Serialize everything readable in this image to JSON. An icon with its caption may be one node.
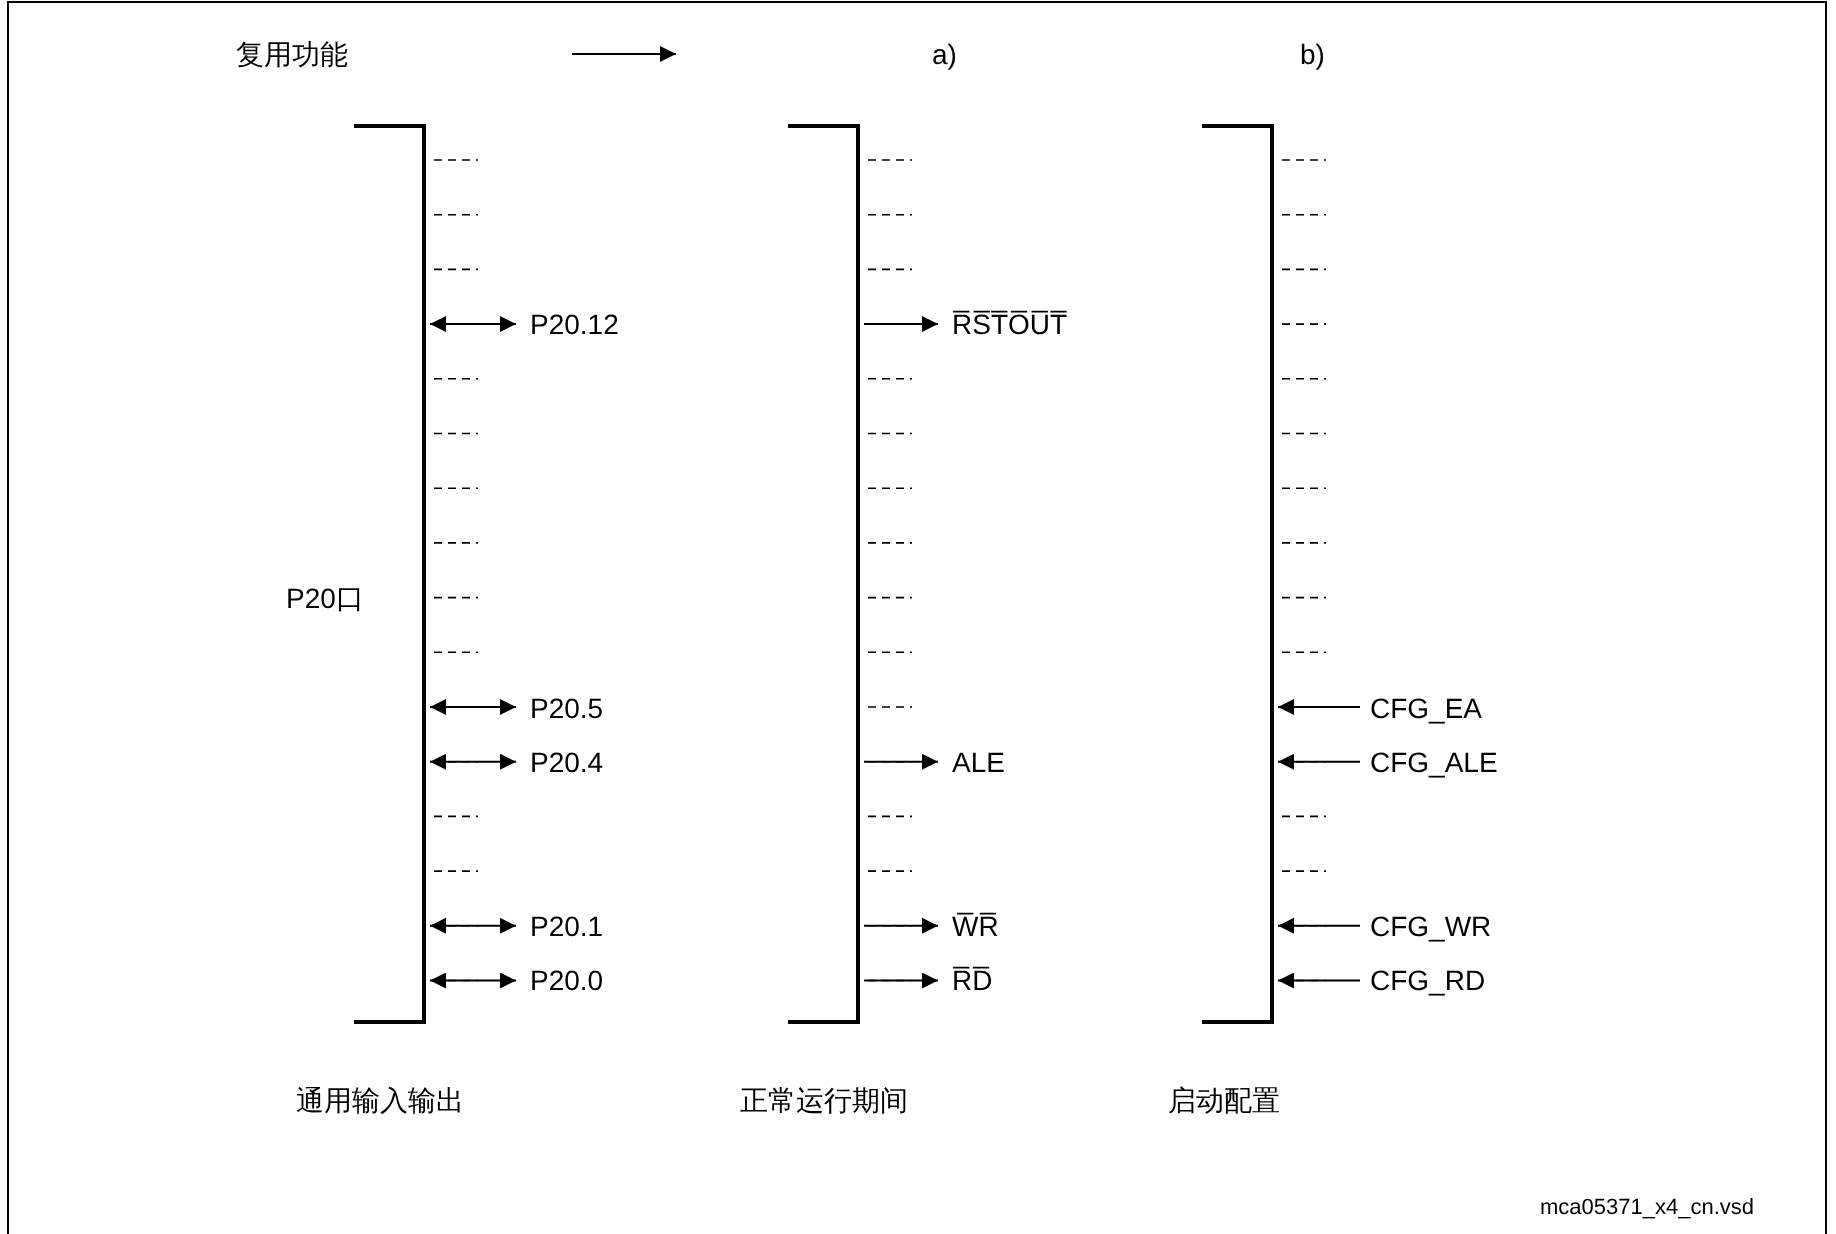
{
  "diagram": {
    "nodes": [
      {
        "text": [],
        "shape": "bar",
        "beside": [
          "P20口",
          "通用输入输出"
        ]
      },
      {
        "text": [
          "P20.12"
        ]
      },
      {
        "text": [
          "P20.5"
        ]
      },
      {
        "text": [
          "P20.4"
        ]
      },
      {
        "text": [
          "P20.1"
        ]
      },
      {
        "text": [
          "P20.0"
        ]
      },
      {
        "text": [],
        "shape": "bar",
        "beside": [
          "正常运行期间"
        ]
      },
      {
        "text": [
          "R̅S̅T̅O̅U̅T̅"
        ]
      },
      {
        "text": [
          "ALE"
        ]
      },
      {
        "text": [
          "W̅R̅"
        ]
      },
      {
        "text": [
          "R̅D̅"
        ]
      },
      {
        "text": [],
        "shape": "bar",
        "beside": [
          "启动配置"
        ]
      },
      {
        "text": [
          "CFG_EA"
        ]
      },
      {
        "text": [
          "CFG_ALE"
        ]
      },
      {
        "text": [
          "CFG_WR"
        ]
      },
      {
        "text": [
          "CFG_RD"
        ]
      }
    ],
    "edges": [
      {
        "from": 0,
        "to": 1,
        "arrow": "both"
      },
      {
        "from": 0,
        "to": 2,
        "arrow": "both"
      },
      {
        "from": 0,
        "to": 3,
        "arrow": "both"
      },
      {
        "from": 0,
        "to": 4,
        "arrow": "both"
      },
      {
        "from": 0,
        "to": 5,
        "arrow": "both"
      },
      {
        "from": 6,
        "to": 7,
        "arrow": "to"
      },
      {
        "from": 6,
        "to": 8,
        "arrow": "to"
      },
      {
        "from": 6,
        "to": 9,
        "arrow": "to"
      },
      {
        "from": 6,
        "to": 10,
        "arrow": "to"
      },
      {
        "from": 12,
        "to": 11,
        "arrow": "to"
      },
      {
        "from": 13,
        "to": 11,
        "arrow": "to"
      },
      {
        "from": 14,
        "to": 11,
        "arrow": "to"
      },
      {
        "from": 15,
        "to": 11,
        "arrow": "to"
      }
    ],
    "labels": [
      "复用功能",
      "a)",
      "b)",
      "mca05371_x4_cn.vsd"
    ]
  }
}
